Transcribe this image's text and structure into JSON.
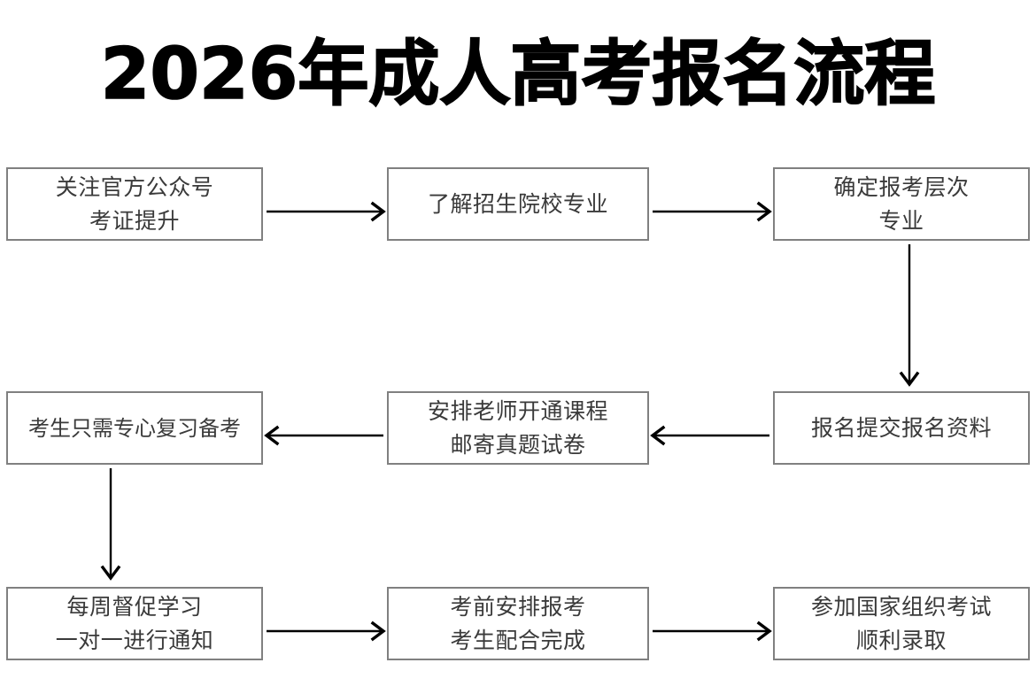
{
  "page": {
    "title": "2026年成人高考报名流程",
    "background_color": "#ffffff",
    "box_border_color": "#808080",
    "box_text_color": "#3a3a3a",
    "arrow_color": "#000000",
    "title_color": "#000000"
  },
  "flowchart": {
    "type": "process-flow",
    "rows": 3,
    "columns": 3,
    "flow_direction": "serpentine",
    "nodes": [
      {
        "id": "n1",
        "order": 1,
        "row": 1,
        "column": 1,
        "lines": [
          "关注官方公众号",
          "考证提升"
        ]
      },
      {
        "id": "n2",
        "order": 2,
        "row": 1,
        "column": 2,
        "lines": [
          "了解招生院校专业"
        ]
      },
      {
        "id": "n3",
        "order": 3,
        "row": 1,
        "column": 3,
        "lines": [
          "确定报考层次",
          "专业"
        ]
      },
      {
        "id": "n4",
        "order": 4,
        "row": 2,
        "column": 3,
        "lines": [
          "报名提交报名资料"
        ]
      },
      {
        "id": "n5",
        "order": 5,
        "row": 2,
        "column": 2,
        "lines": [
          "安排老师开通课程",
          "邮寄真题试卷"
        ]
      },
      {
        "id": "n6",
        "order": 6,
        "row": 2,
        "column": 1,
        "lines": [
          "考生只需专心复习备考"
        ]
      },
      {
        "id": "n7",
        "order": 7,
        "row": 3,
        "column": 1,
        "lines": [
          "每周督促学习",
          "一对一进行通知"
        ]
      },
      {
        "id": "n8",
        "order": 8,
        "row": 3,
        "column": 2,
        "lines": [
          "考前安排报考",
          "考生配合完成"
        ]
      },
      {
        "id": "n9",
        "order": 9,
        "row": 3,
        "column": 3,
        "lines": [
          "参加国家组织考试",
          "顺利录取"
        ]
      }
    ],
    "connectors": [
      {
        "id": "c1",
        "from": "n1",
        "to": "n2",
        "direction": "right"
      },
      {
        "id": "c2",
        "from": "n2",
        "to": "n3",
        "direction": "right"
      },
      {
        "id": "c3",
        "from": "n3",
        "to": "n4",
        "direction": "down"
      },
      {
        "id": "c4",
        "from": "n4",
        "to": "n5",
        "direction": "left"
      },
      {
        "id": "c5",
        "from": "n5",
        "to": "n6",
        "direction": "left"
      },
      {
        "id": "c6",
        "from": "n6",
        "to": "n7",
        "direction": "down"
      },
      {
        "id": "c7",
        "from": "n7",
        "to": "n8",
        "direction": "right"
      },
      {
        "id": "c8",
        "from": "n8",
        "to": "n9",
        "direction": "right"
      }
    ]
  }
}
